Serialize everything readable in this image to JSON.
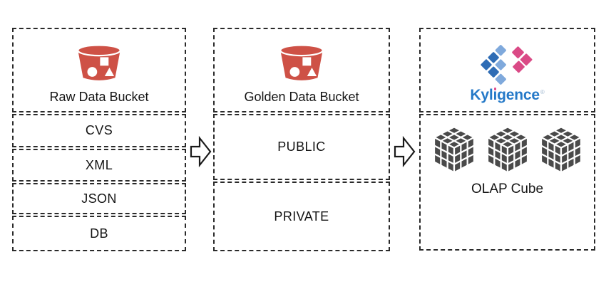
{
  "panels": {
    "raw": {
      "title": "Raw Data Bucket",
      "rows": [
        "CVS",
        "XML",
        "JSON",
        "DB"
      ]
    },
    "golden": {
      "title": "Golden Data Bucket",
      "rows": [
        "PUBLIC",
        "PRIVATE"
      ]
    },
    "olap": {
      "brand": "Kyligence",
      "brand_pre": "Kyl",
      "brand_i_dotless": "ı",
      "brand_post": "gence",
      "registered_mark": "®",
      "caption": "OLAP Cube"
    }
  },
  "icons": {
    "bucket": "s3-bucket-icon",
    "kyligence": "kyligence-diamond-logo",
    "cube": "olap-cube-icon",
    "arrow": "flow-arrow-right"
  },
  "colors": {
    "bucket_red": "#CE5146",
    "kyligence_blue": "#2579C8",
    "kyligence_dark_blue": "#2E6CB5",
    "kyligence_light_blue": "#7FA9DC",
    "kyligence_pink": "#DA4A86",
    "cube_gray": "#4A4A4A",
    "border_black": "#2A2A2A"
  }
}
